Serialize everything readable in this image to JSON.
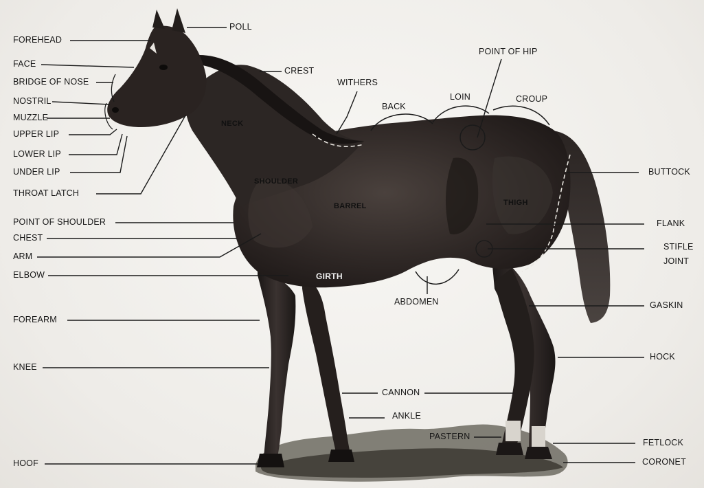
{
  "labels": {
    "forehead": "FOREHEAD",
    "poll": "POLL",
    "face": "FACE",
    "crest": "CREST",
    "bridge_of_nose": "BRIDGE OF NOSE",
    "withers": "WITHERS",
    "point_of_hip": "POINT OF HIP",
    "nostril": "NOSTRIL",
    "loin": "LOIN",
    "croup": "CROUP",
    "back": "BACK",
    "muzzle": "MUZZLE",
    "upper_lip": "UPPER LIP",
    "lower_lip": "LOWER LIP",
    "under_lip": "UNDER LIP",
    "throat_latch": "THROAT LATCH",
    "buttock": "BUTTOCK",
    "point_of_shoulder": "POINT OF SHOULDER",
    "flank": "FLANK",
    "chest": "CHEST",
    "stifle": "STIFLE",
    "joint": "JOINT",
    "arm": "ARM",
    "elbow": "ELBOW",
    "abdomen": "ABDOMEN",
    "gaskin": "GASKIN",
    "forearm": "FOREARM",
    "hock": "HOCK",
    "knee": "KNEE",
    "cannon": "CANNON",
    "ankle": "ANKLE",
    "pastern": "PASTERN",
    "fetlock": "FETLOCK",
    "hoof": "HOOF",
    "coronet": "CORONET"
  },
  "body_labels": {
    "neck": "NECK",
    "shoulder": "SHOULDER",
    "barrel": "BARREL",
    "thigh": "THIGH",
    "girth": "GIRTH"
  },
  "colors": {
    "horse_body": "#2c2624",
    "horse_shadow": "#171312",
    "leader_line": "#1a1a1a",
    "background": "#f1efeb",
    "grass": "#3a3a33"
  }
}
